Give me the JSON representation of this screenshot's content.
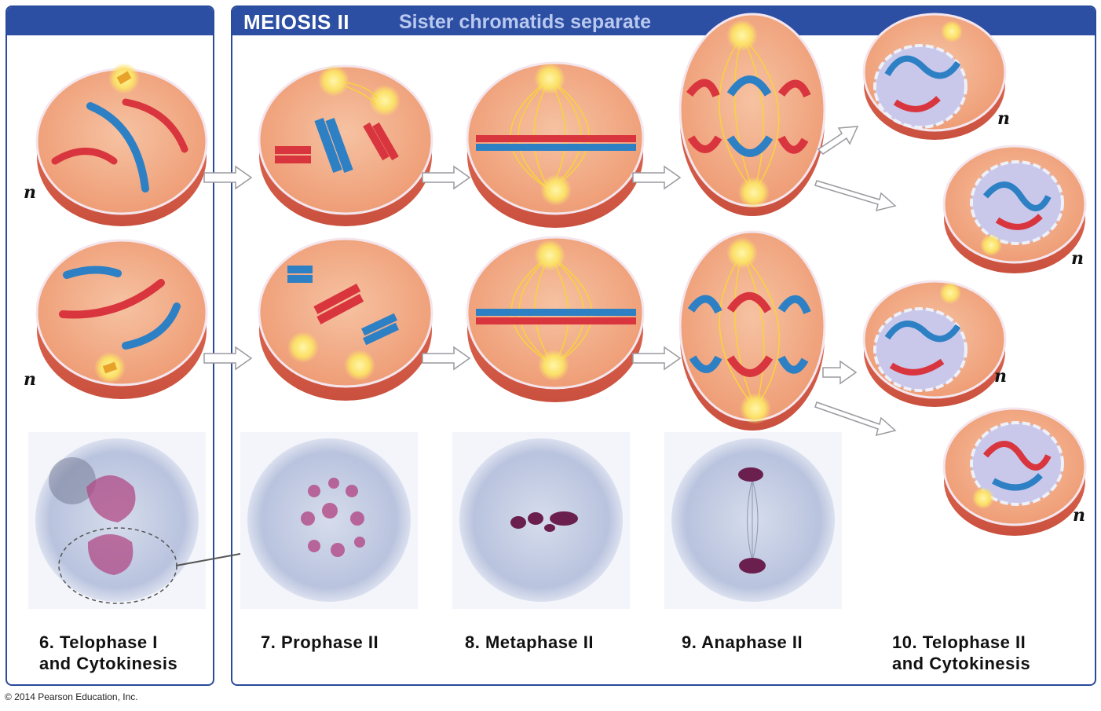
{
  "header": {
    "title": "MEIOSIS II",
    "subtitle": "Sister chromatids separate"
  },
  "stages": [
    {
      "line1": "6. Telophase I",
      "line2": "and Cytokinesis"
    },
    {
      "line1": "7. Prophase II",
      "line2": ""
    },
    {
      "line1": "8. Metaphase II",
      "line2": ""
    },
    {
      "line1": "9. Anaphase II",
      "line2": ""
    },
    {
      "line1": "10. Telophase II",
      "line2": "and Cytokinesis"
    }
  ],
  "ploidy_label": "n",
  "copyright": "© 2014 Pearson Education, Inc.",
  "colors": {
    "header_blue": "#2c4ea3",
    "cell_orange": "#f2a07a",
    "chromosome_red": "#d9353e",
    "chromosome_blue": "#2e80c4",
    "spindle_yellow": "#f7d43a",
    "nucleus_lavender": "#c9c8ea"
  }
}
